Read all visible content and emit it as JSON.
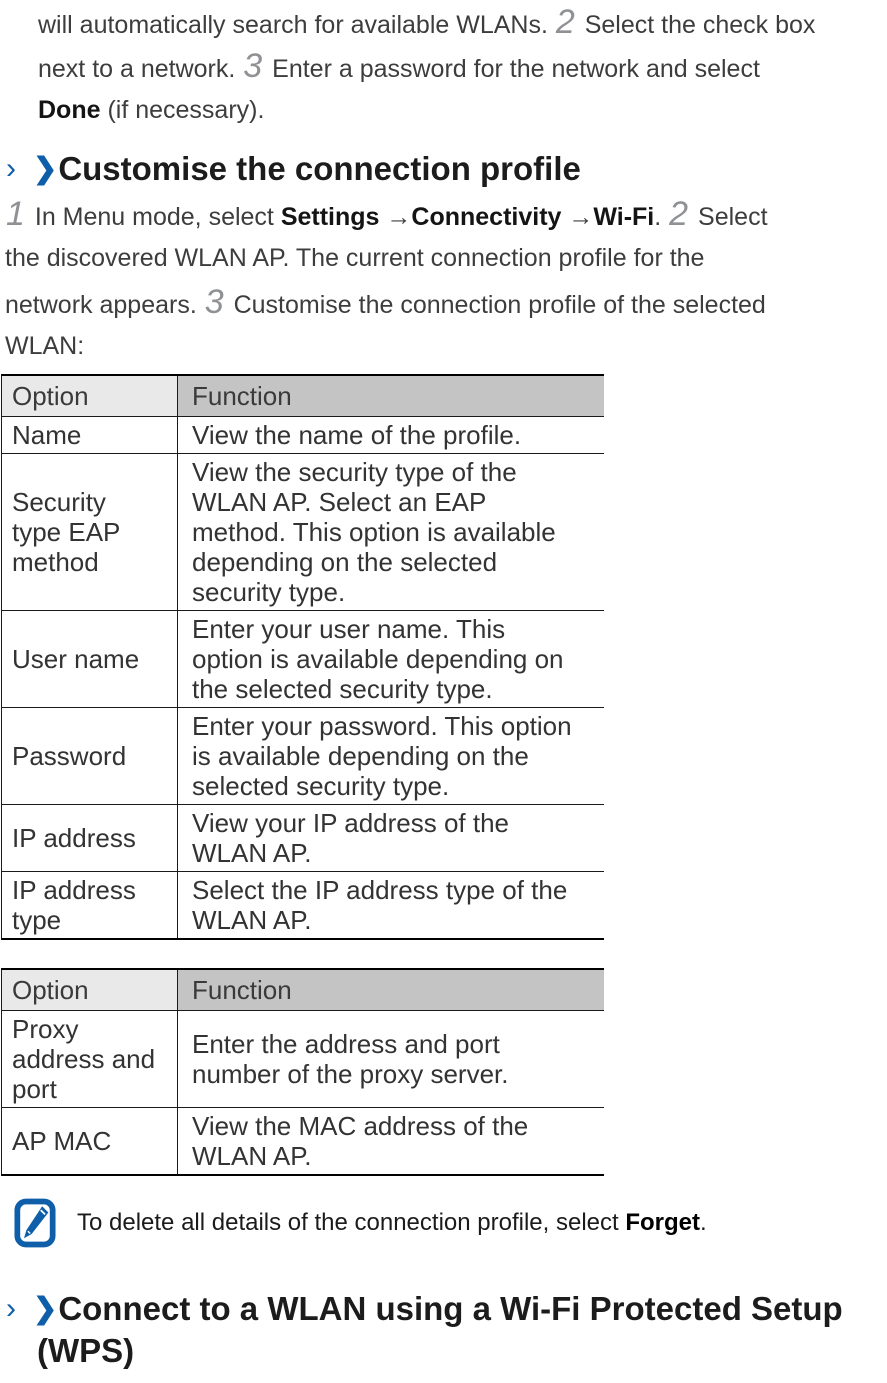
{
  "para1": {
    "l1a": "will automatically search for available WLANs. ",
    "l1n": "2",
    "l1b": " Select the check box",
    "l2a": "next to a network. ",
    "l2n": "3",
    "l2b": " Enter a password for the network and select",
    "l3bold": "Done",
    "l3a": " (if necessary)."
  },
  "heading1": {
    "marker": "›",
    "arrow": "❯",
    "text": "Customise the connection profile"
  },
  "para2": {
    "l1n": "1",
    "l1a": " In Menu mode, select ",
    "l1b1": "Settings",
    "l1arrow1": " →",
    "l1b2": "Connectivity",
    "l1arrow2": " →",
    "l1b3": "Wi-Fi",
    "l1c": ". ",
    "l1n2": "2",
    "l1d": " Select",
    "l2": "the discovered WLAN AP. The current connection profile for the",
    "l3a": "network appears. ",
    "l3n": "3",
    "l3b": " Customise the connection profile of the selected",
    "l4": "WLAN:"
  },
  "table1": {
    "headers": [
      "Option",
      "Function"
    ],
    "rows": [
      {
        "option": "Name",
        "function": "View the name of the profile."
      },
      {
        "option": "Security\ntype EAP\nmethod",
        "function": "View the security type of the\nWLAN AP. Select an EAP\nmethod. This option is available\ndepending on the selected\nsecurity type."
      },
      {
        "option": "User name",
        "function": "Enter your user name. This\noption is available depending on\nthe selected security type."
      },
      {
        "option": "Password",
        "function": "Enter your password. This option\nis available depending on the\nselected security type."
      },
      {
        "option": "IP address",
        "function": "View your IP address of the\nWLAN AP."
      },
      {
        "option": "IP address\ntype",
        "function": "Select the IP address type of the\nWLAN AP."
      }
    ]
  },
  "table2": {
    "headers": [
      "Option",
      "Function"
    ],
    "rows": [
      {
        "option": "Proxy\naddress and\nport",
        "function": "Enter the address and port\nnumber of the proxy server."
      },
      {
        "option": "AP MAC",
        "function": "View the MAC address of the\nWLAN AP."
      }
    ]
  },
  "note": {
    "icon": "note-pencil-icon",
    "before": "To delete all details of the connection profile, select ",
    "bold": "Forget",
    "after": "."
  },
  "heading2": {
    "marker": "›",
    "arrow": "❯",
    "line1": "Connect to a WLAN using a Wi-Fi Protected Setup",
    "line2": "(WPS)"
  },
  "colors": {
    "accent_blue": "#0e5ea9",
    "header_option_bg": "#e9e9e9",
    "header_function_bg": "#c4c4c4"
  }
}
